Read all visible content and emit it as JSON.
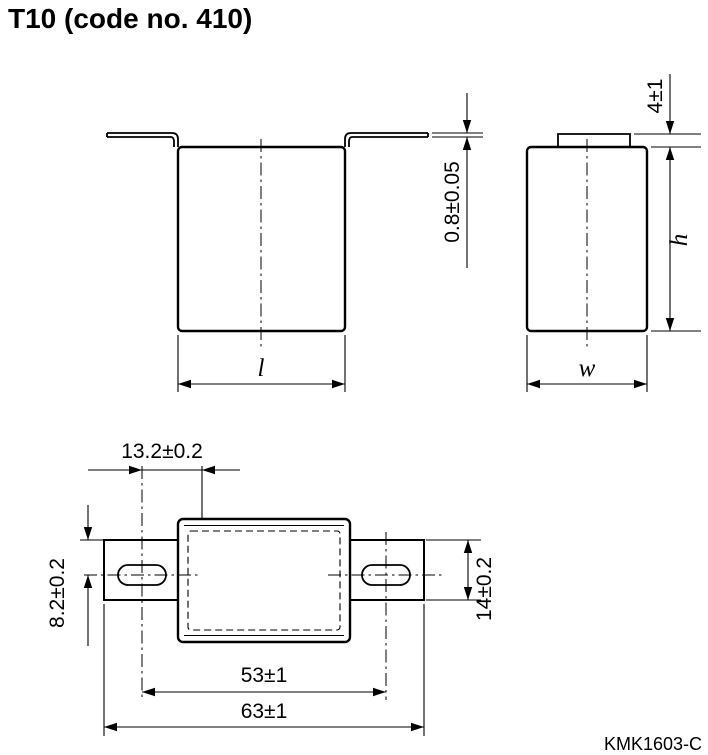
{
  "title": "T10 (code no. 410)",
  "doc_number": "KMK1603-C",
  "colors": {
    "line": "#000000",
    "background": "#ffffff"
  },
  "views": {
    "front": {
      "length_label": "l",
      "lead_thickness_label": "0.8±0.05"
    },
    "side": {
      "lead_height_label": "4±1",
      "height_label": "h",
      "width_label": "w"
    },
    "top": {
      "slot_length_label": "13.2±0.2",
      "slot_offset_label": "8.2±0.2",
      "bracket_width_label": "14±0.2",
      "hole_spacing_label": "53±1",
      "overall_length_label": "63±1"
    }
  }
}
